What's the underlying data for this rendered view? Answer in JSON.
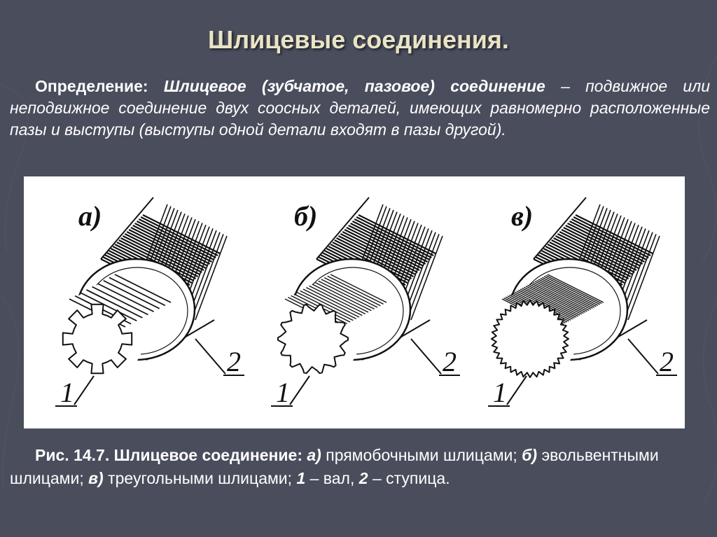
{
  "slide": {
    "title": "Шлицевые соединения.",
    "background_color": "#4a4d5c",
    "title_color": "#e9e4c4"
  },
  "definition": {
    "label": "Определение:",
    "term": "Шлицевое (зубчатое, пазовое) соединение",
    "text": " – подвижное или неподвижное соединение двух соосных деталей, имеющих равномерно расположенные пазы и выступы (выступы одной детали входят в пазы другой)."
  },
  "figure": {
    "views": [
      {
        "letter": "а)",
        "spline_type": "rectangular",
        "teeth": 8,
        "shaft_label": "1",
        "hub_label": "2"
      },
      {
        "letter": "б)",
        "spline_type": "involute",
        "teeth": 14,
        "shaft_label": "1",
        "hub_label": "2"
      },
      {
        "letter": "в)",
        "spline_type": "triangular",
        "teeth": 36,
        "shaft_label": "1",
        "hub_label": "2"
      }
    ]
  },
  "caption": {
    "fig": "Рис. 14.7. Шлицевое соединение:",
    "a_letter": "а)",
    "a_text": "прямобочными шлицами;",
    "b_letter": "б)",
    "b_text": "эвольвентными шлицами;",
    "c_letter": "в)",
    "c_text": "треугольными шлицами;",
    "shaft_num": "1",
    "shaft_text": "– вал,",
    "hub_num": "2",
    "hub_text": "– ступица."
  }
}
